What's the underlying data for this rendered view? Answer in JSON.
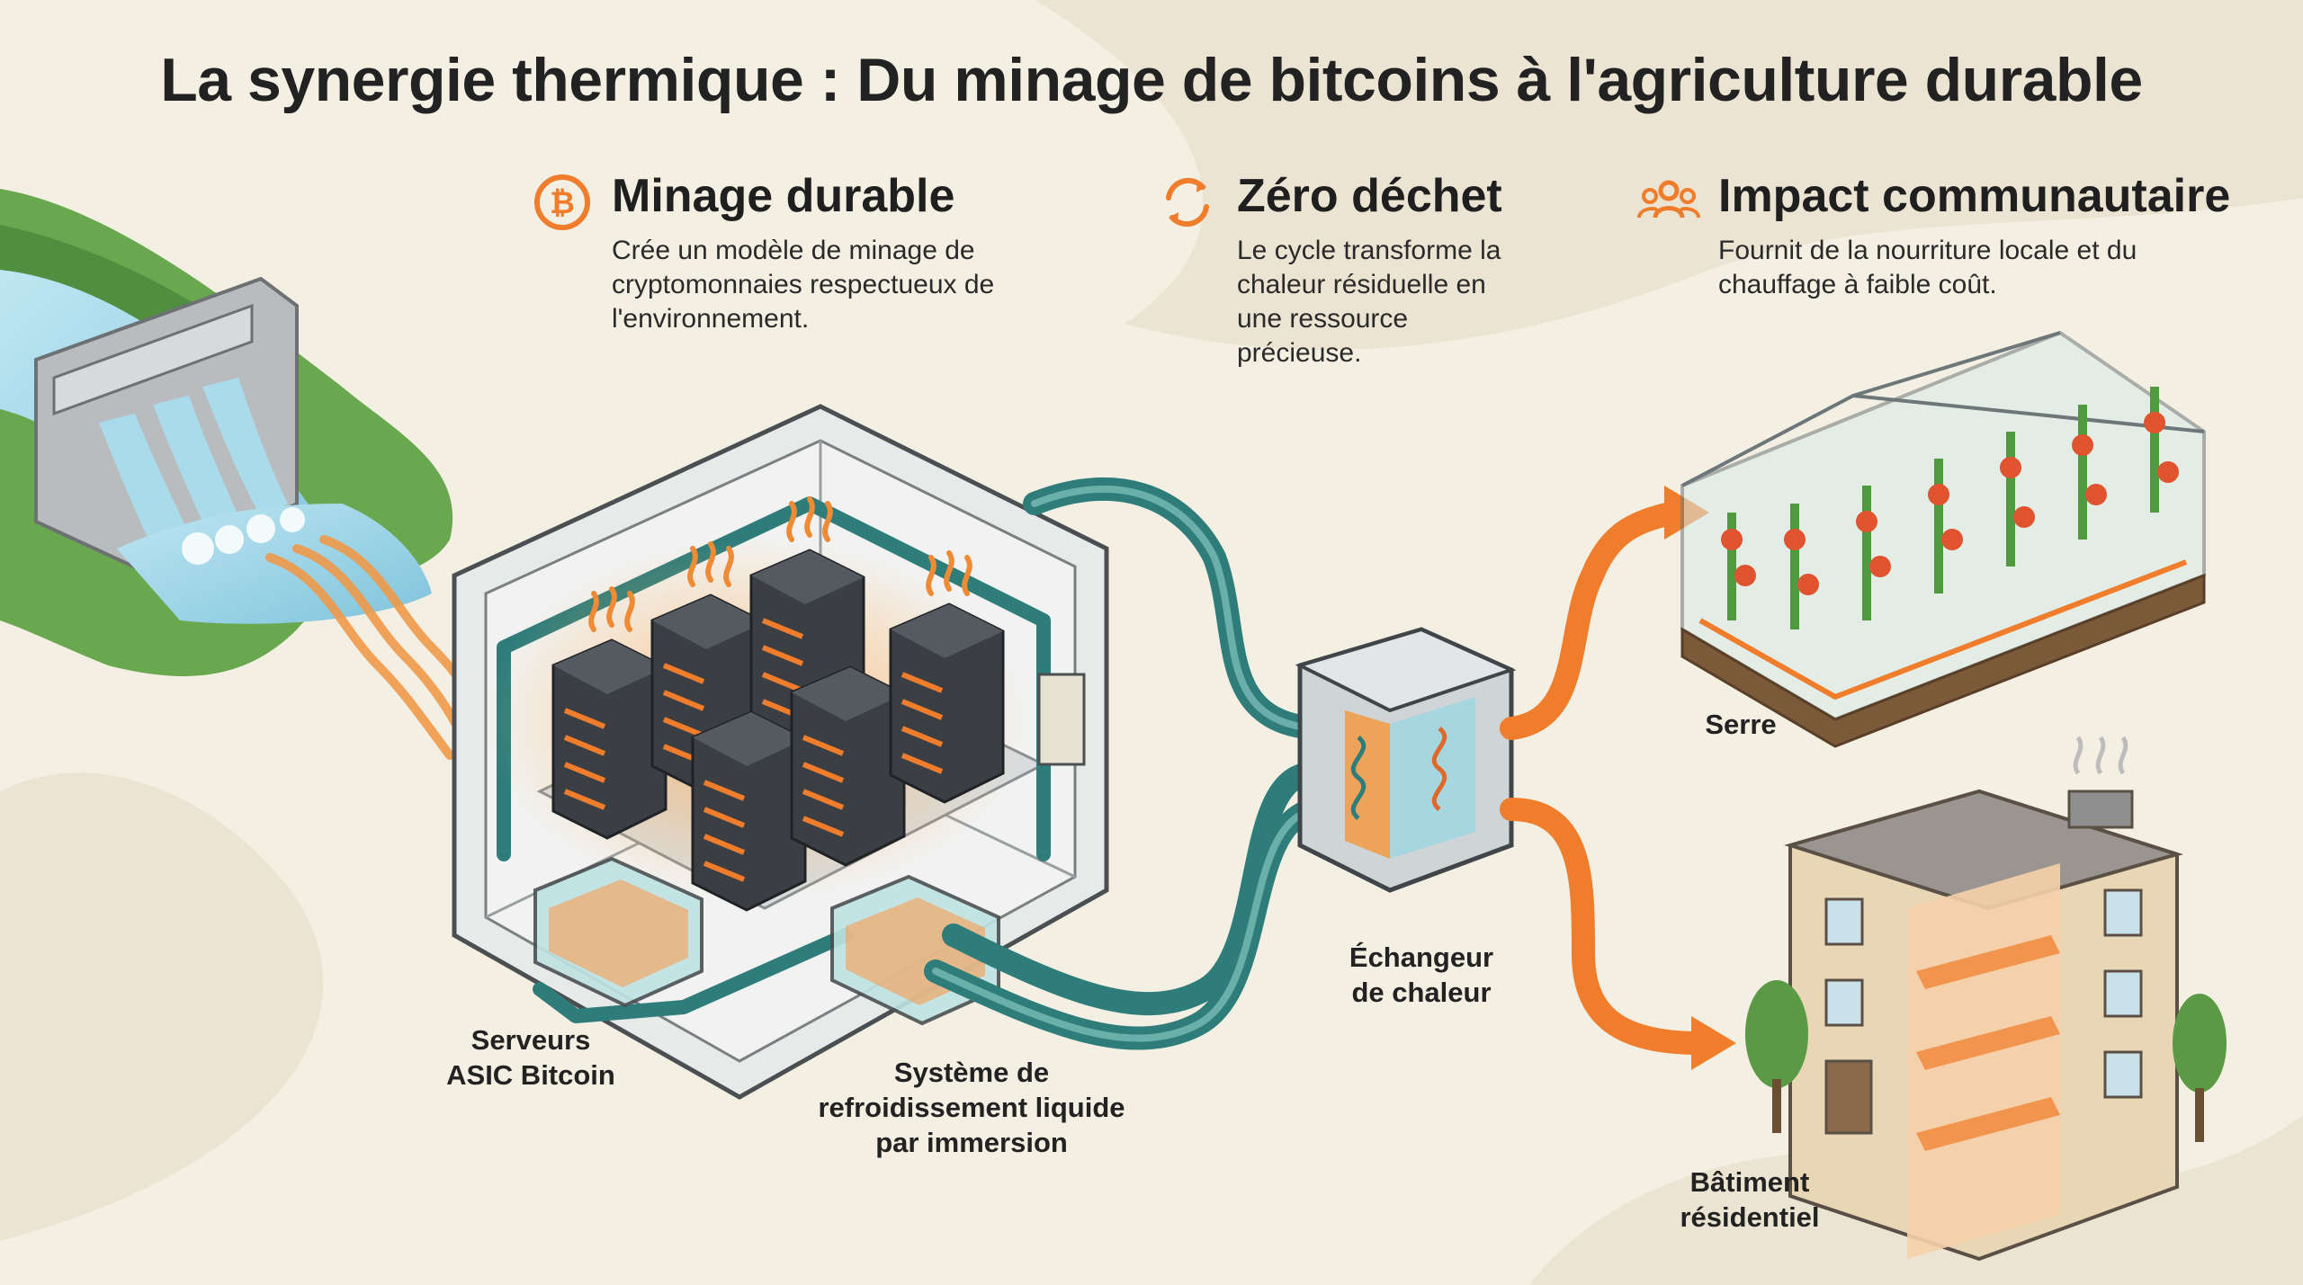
{
  "title": "La synergie thermique : Du minage de bitcoins à l'agriculture durable",
  "features": [
    {
      "icon": "bitcoin-icon",
      "heading": "Minage durable",
      "text": "Crée un modèle de minage de cryptomonnaies respectueux de l'environnement."
    },
    {
      "icon": "recycle-arrows-icon",
      "heading": "Zéro déchet",
      "text": "Le cycle transforme la chaleur résiduelle en une ressource précieuse."
    },
    {
      "icon": "community-people-icon",
      "heading": "Impact communautaire",
      "text": "Fournit de la nourriture locale et du chauffage à faible coût."
    }
  ],
  "labels": {
    "servers": "Serveurs ASIC Bitcoin",
    "cooling": "Système de refroidissement liquide par immersion",
    "exchanger": "Échangeur de chaleur",
    "greenhouse": "Serre",
    "building": "Bâtiment résidentiel"
  },
  "colors": {
    "accent_orange": "#ef7d2b",
    "pipe_teal": "#2e7d7b",
    "water_blue": "#9fd6e8",
    "hill_green": "#6aa84f",
    "background": "#f4efe3"
  }
}
